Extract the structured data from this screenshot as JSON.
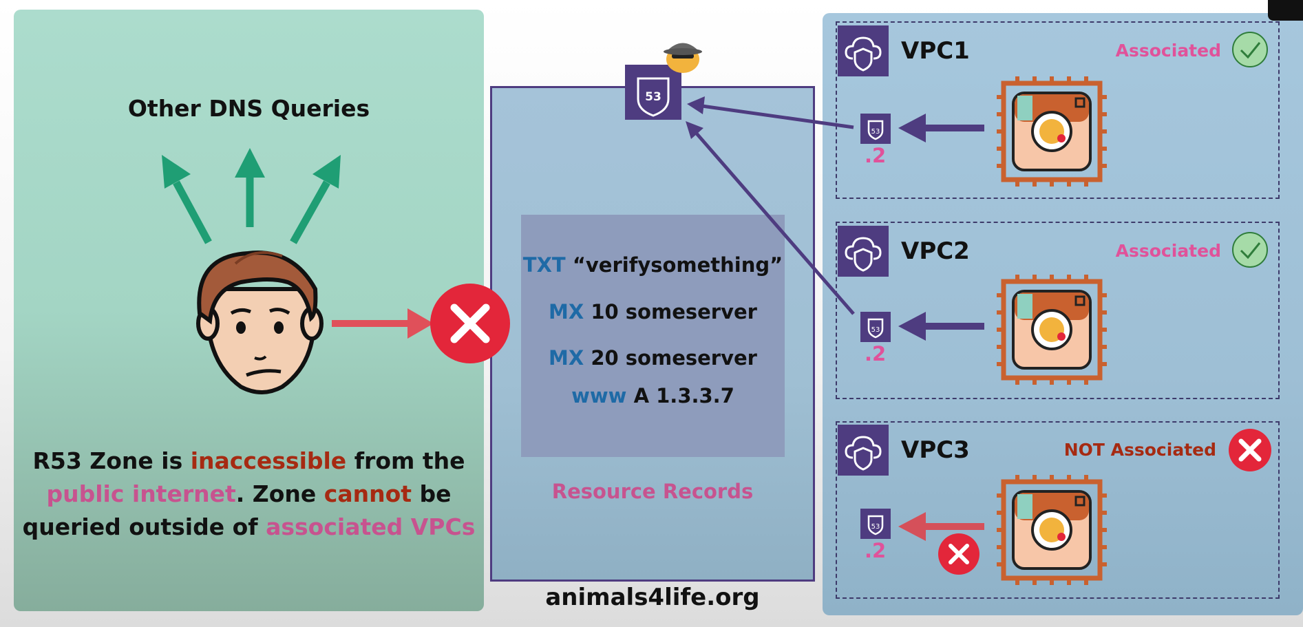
{
  "left": {
    "title": "Other DNS Queries",
    "note": {
      "p1": "R53 Zone is ",
      "h1": "inaccessible",
      "p2": " from the",
      "h2": "public internet",
      "p3": ". Zone ",
      "h3": "cannot",
      "p4": " be",
      "p5": "queried outside of ",
      "h4": "associated VPCs"
    }
  },
  "zone": {
    "records": [
      {
        "type": "TXT",
        "value": "“verifysomething”"
      },
      {
        "type": "MX",
        "value": "10 someserver"
      },
      {
        "type": "MX",
        "value": "20 someserver"
      },
      {
        "type": "www",
        "value": "A 1.3.3.7"
      }
    ],
    "records_label": "Resource Records",
    "domain": "animals4life.org",
    "r53_badge": "53"
  },
  "vpcs": [
    {
      "name": "VPC1",
      "status": "Associated",
      "resolver": ".2",
      "associated": true
    },
    {
      "name": "VPC2",
      "status": "Associated",
      "resolver": ".2",
      "associated": true
    },
    {
      "name": "VPC3",
      "status": "NOT Associated",
      "resolver": ".2",
      "associated": false
    }
  ],
  "colors": {
    "accent_purple": "#4e3c80",
    "green_arrow": "#1f9e74",
    "error_red": "#e3263a",
    "pink": "#e0529a",
    "dark_red": "#a62a12",
    "chip_orange": "#c9612f"
  },
  "icons": [
    "route53-icon",
    "spy-icon",
    "vpc-cloud-shield-icon",
    "ec2-chip-icon",
    "cat-instance-icon",
    "check-circle-icon",
    "x-circle-icon",
    "user-face-icon"
  ]
}
